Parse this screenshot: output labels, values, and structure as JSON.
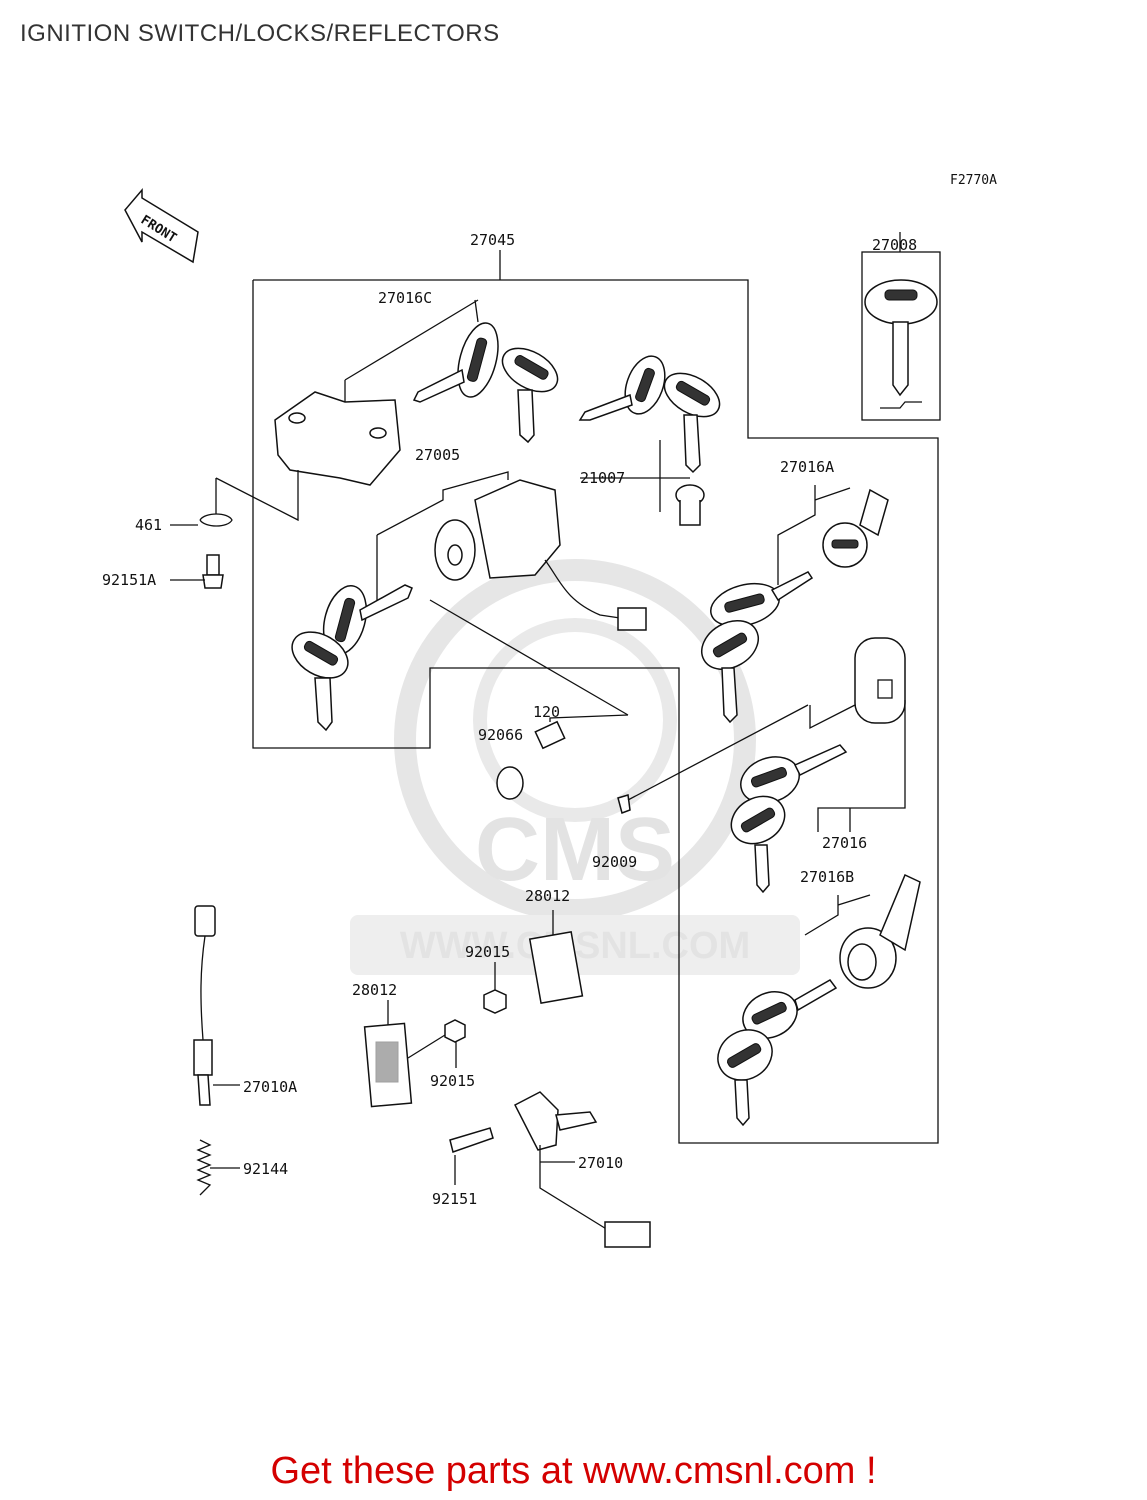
{
  "page": {
    "title": "IGNITION SWITCH/LOCKS/REFLECTORS",
    "figure_code": "F2770A",
    "front_label": "FRONT",
    "cta": "Get these parts at www.cmsnl.com !"
  },
  "watermark": {
    "brand": "CMS",
    "url": "WWW.CMSNL.COM",
    "color": "#e3e3e3"
  },
  "colors": {
    "cta": "#d40000",
    "title": "#333333",
    "line": "#111111"
  },
  "parts": [
    {
      "id": "p27045",
      "number": "27045"
    },
    {
      "id": "p27008",
      "number": "27008"
    },
    {
      "id": "p27016C",
      "number": "27016C"
    },
    {
      "id": "p27005",
      "number": "27005"
    },
    {
      "id": "p21007",
      "number": "21007"
    },
    {
      "id": "p27016A",
      "number": "27016A"
    },
    {
      "id": "p461",
      "number": "461"
    },
    {
      "id": "p92151A",
      "number": "92151A"
    },
    {
      "id": "p120",
      "number": "120"
    },
    {
      "id": "p92066",
      "number": "92066"
    },
    {
      "id": "p27016",
      "number": "27016"
    },
    {
      "id": "p92009",
      "number": "92009"
    },
    {
      "id": "p27016B",
      "number": "27016B"
    },
    {
      "id": "p28012a",
      "number": "28012"
    },
    {
      "id": "p92015a",
      "number": "92015"
    },
    {
      "id": "p28012b",
      "number": "28012"
    },
    {
      "id": "p92015b",
      "number": "92015"
    },
    {
      "id": "p27010A",
      "number": "27010A"
    },
    {
      "id": "p92144",
      "number": "92144"
    },
    {
      "id": "p27010",
      "number": "27010"
    },
    {
      "id": "p92151",
      "number": "92151"
    }
  ]
}
